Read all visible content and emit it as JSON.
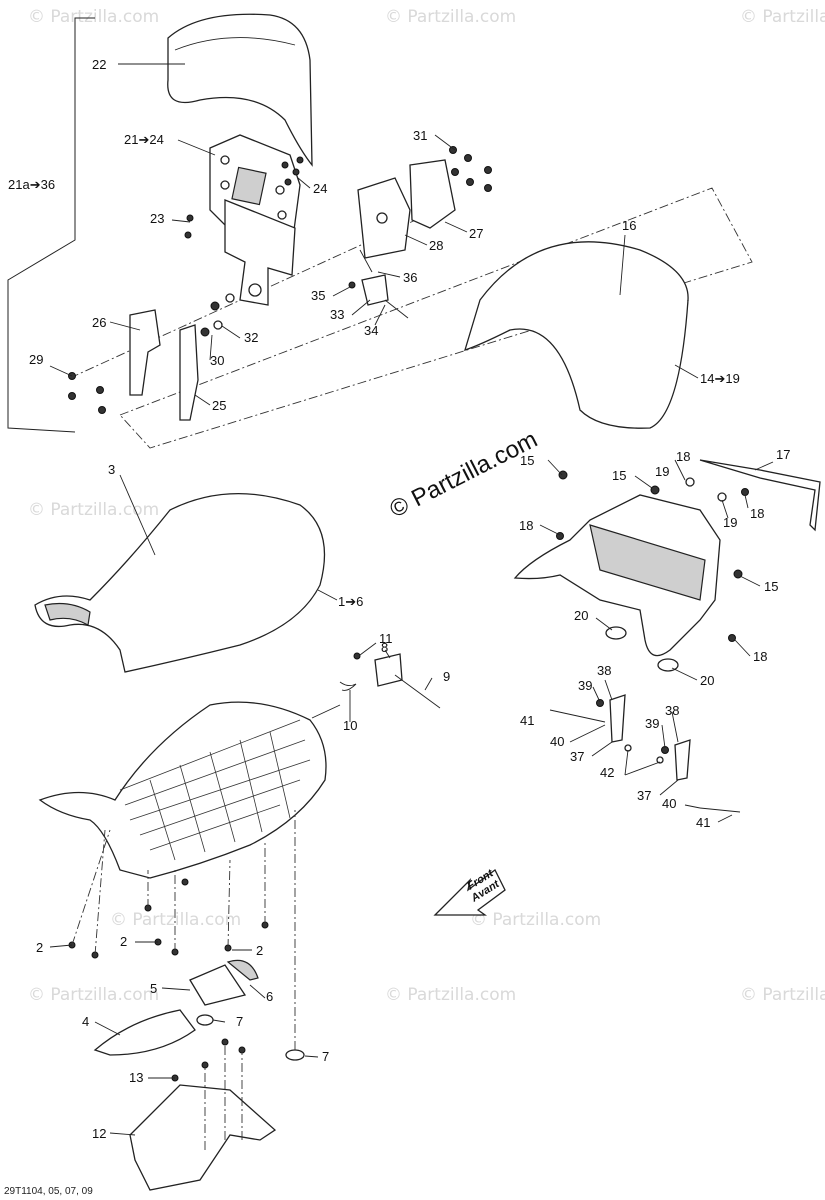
{
  "watermark": "© Partzilla.com",
  "brand_label": "© Partzilla.com",
  "footer_code": "29T1104, 05, 07, 09",
  "arrow": {
    "line1": "Front",
    "line2": "Avant"
  },
  "callouts": {
    "c22": "22",
    "c21_24": "21➔24",
    "c21a_36": "21a➔36",
    "c24": "24",
    "c23": "23",
    "c31": "31",
    "c27": "27",
    "c28": "28",
    "c36": "36",
    "c35": "35",
    "c33": "33",
    "c34": "34",
    "c16": "16",
    "c14_19": "14➔19",
    "c26": "26",
    "c29": "29",
    "c30": "30",
    "c32": "32",
    "c25": "25",
    "c3": "3",
    "c1_6": "1➔6",
    "c15a": "15",
    "c15b": "15",
    "c15c": "15",
    "c17": "17",
    "c18a": "18",
    "c19a": "19",
    "c18b": "18",
    "c19b": "19",
    "c18c": "18",
    "c18d": "18",
    "c20a": "20",
    "c20b": "20",
    "c11": "11",
    "c8": "8",
    "c9": "9",
    "c10": "10",
    "c38a": "38",
    "c39a": "39",
    "c41a": "41",
    "c40a": "40",
    "c37a": "37",
    "c42": "42",
    "c39b": "39",
    "c38b": "38",
    "c37b": "37",
    "c40b": "40",
    "c41b": "41",
    "c2a": "2",
    "c2b": "2",
    "c2c": "2",
    "c5": "5",
    "c6": "6",
    "c4": "4",
    "c7a": "7",
    "c7b": "7",
    "c13": "13",
    "c12": "12"
  }
}
